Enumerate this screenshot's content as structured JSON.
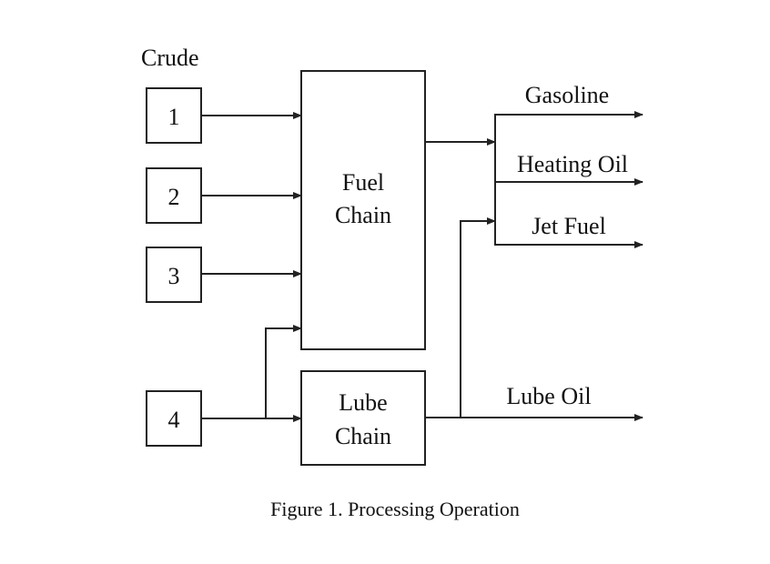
{
  "diagram": {
    "crude_label": "Crude",
    "crude_inputs": [
      "1",
      "2",
      "3",
      "4"
    ],
    "fuel_chain": {
      "line1": "Fuel",
      "line2": "Chain"
    },
    "lube_chain": {
      "line1": "Lube",
      "line2": "Chain"
    },
    "products": {
      "gasoline": "Gasoline",
      "heating_oil": "Heating Oil",
      "jet_fuel": "Jet Fuel",
      "lube_oil": "Lube Oil"
    },
    "caption": "Figure 1. Processing Operation"
  }
}
